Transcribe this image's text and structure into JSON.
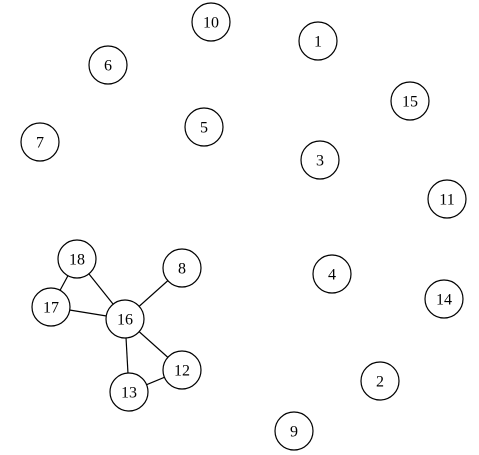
{
  "graph": {
    "colors": {
      "background": "#ffffff",
      "stroke": "#000000",
      "text": "#000000"
    },
    "nodes": [
      {
        "id": "1",
        "label": "1"
      },
      {
        "id": "2",
        "label": "2"
      },
      {
        "id": "3",
        "label": "3"
      },
      {
        "id": "4",
        "label": "4"
      },
      {
        "id": "5",
        "label": "5"
      },
      {
        "id": "6",
        "label": "6"
      },
      {
        "id": "7",
        "label": "7"
      },
      {
        "id": "8",
        "label": "8"
      },
      {
        "id": "9",
        "label": "9"
      },
      {
        "id": "10",
        "label": "10"
      },
      {
        "id": "11",
        "label": "11"
      },
      {
        "id": "12",
        "label": "12"
      },
      {
        "id": "13",
        "label": "13"
      },
      {
        "id": "14",
        "label": "14"
      },
      {
        "id": "15",
        "label": "15"
      },
      {
        "id": "16",
        "label": "16"
      },
      {
        "id": "17",
        "label": "17"
      },
      {
        "id": "18",
        "label": "18"
      }
    ],
    "edges": [
      {
        "from": "18",
        "to": "17"
      },
      {
        "from": "18",
        "to": "16"
      },
      {
        "from": "17",
        "to": "16"
      },
      {
        "from": "8",
        "to": "16"
      },
      {
        "from": "16",
        "to": "12"
      },
      {
        "from": "16",
        "to": "13"
      },
      {
        "from": "13",
        "to": "12"
      }
    ]
  }
}
